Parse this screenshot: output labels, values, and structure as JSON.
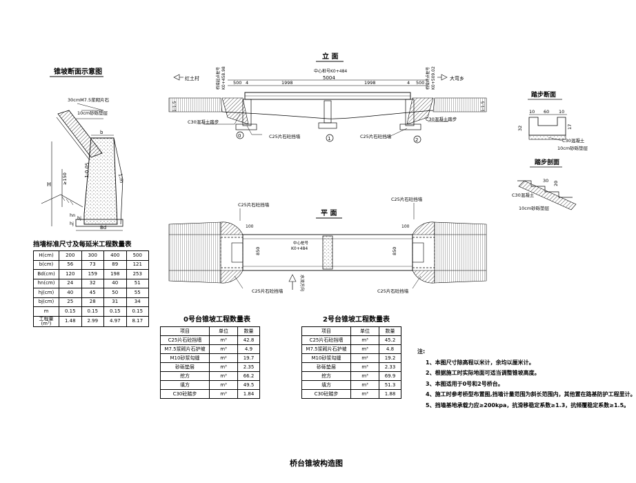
{
  "sheet_title": "桥台锥坡构造图",
  "views": {
    "elevation_title": "立 面",
    "plan_title": "平 面",
    "cone_section_title": "锥坡断面示意图",
    "step_section_title": "踏步断面",
    "step_long_title": "踏步剖面"
  },
  "elevation": {
    "left_arrow": "红土村",
    "right_arrow": "大弯乡",
    "left_station_label": "桥梁起点桩号",
    "left_station_value": "K0+458.98",
    "right_station_label": "桥梁终点桩号",
    "right_station_value": "K0+509.02",
    "center_label": "中心桩号K0+484",
    "total_span": "5004",
    "dims": [
      "500",
      "4",
      "1998",
      "1998",
      "4",
      "500"
    ],
    "slope_left": "1:1.5",
    "slope_right": "1:1.5",
    "piers": [
      "0",
      "1",
      "2"
    ],
    "callout_left_bottom": "C30混凝土踏步",
    "callout_right_bottom": "C30混凝土踏步",
    "callout_c25_left": "C25片石砼挡墙",
    "callout_c25_right": "C25片石砼挡墙"
  },
  "plan": {
    "top_left_callout": "C25片石砼挡墙",
    "top_right_callout": "C25片石砼挡墙",
    "bottom_left_callout": "C25片石砼挡墙",
    "bottom_right_callout": "C25片石砼挡墙",
    "center_label": "中心桩号",
    "center_value": "K0+484",
    "width_left": "850",
    "width_right": "850",
    "dim_left": "100",
    "dim_right": "100",
    "flow_label": "水流方向"
  },
  "cone_section": {
    "top_label": "30cmM7.5浆砌片石",
    "mid_label": "10cm砂砾垫层",
    "b_label": "b",
    "slope_label": "1:0.05",
    "slope_label2": "1:m",
    "h_label": "H",
    "ge150": "≥150",
    "hn_label": "hn",
    "hj_label": "hj",
    "bd_label": "Bd",
    "bj_label": "bj"
  },
  "step_section": {
    "dims": [
      "10",
      "60",
      "10"
    ],
    "left_h": "32",
    "right_h": "17",
    "material": "C30混凝土",
    "gravel": "10cm砂砾垫层"
  },
  "step_long": {
    "dims": [
      "30",
      "20"
    ],
    "material": "C30混凝土",
    "gravel": "10cm砂砾垫层"
  },
  "std_table": {
    "title": "挡墙标准尺寸及每延米工程数量表",
    "rows": [
      {
        "label": "H(cm)",
        "values": [
          "200",
          "300",
          "400",
          "500"
        ]
      },
      {
        "label": "b(cm)",
        "values": [
          "56",
          "73",
          "89",
          "121"
        ]
      },
      {
        "label": "Bd(cm)",
        "values": [
          "120",
          "159",
          "198",
          "253"
        ]
      },
      {
        "label": "hn(cm)",
        "values": [
          "24",
          "32",
          "40",
          "51"
        ]
      },
      {
        "label": "hj(cm)",
        "values": [
          "40",
          "45",
          "50",
          "55"
        ]
      },
      {
        "label": "bj(cm)",
        "values": [
          "25",
          "28",
          "31",
          "34"
        ]
      },
      {
        "label": "m",
        "values": [
          "0.15",
          "0.15",
          "0.15",
          "0.15"
        ]
      },
      {
        "label": "工程量(m³)",
        "values": [
          "1.48",
          "2.99",
          "4.97",
          "8.17"
        ]
      }
    ]
  },
  "table0": {
    "title": "0号台锥坡工程数量表",
    "headers": [
      "项目",
      "单位",
      "数量"
    ],
    "rows": [
      [
        "C25片石砼挡墙",
        "m³",
        "42.8"
      ],
      [
        "M7.5浆砌片石护坡",
        "m³",
        "4.9"
      ],
      [
        "M10砂浆勾缝",
        "m²",
        "19.7"
      ],
      [
        "砂砾垫层",
        "m³",
        "2.35"
      ],
      [
        "挖方",
        "m³",
        "66.2"
      ],
      [
        "填方",
        "m³",
        "49.5"
      ],
      [
        "C30砼踏步",
        "m³",
        "1.84"
      ]
    ]
  },
  "table2": {
    "title": "2号台锥坡工程数量表",
    "headers": [
      "项目",
      "单位",
      "数量"
    ],
    "rows": [
      [
        "C25片石砼挡墙",
        "m³",
        "45.2"
      ],
      [
        "M7.5浆砌片石护坡",
        "m³",
        "4.8"
      ],
      [
        "M10砂浆勾缝",
        "m²",
        "19.2"
      ],
      [
        "砂砾垫层",
        "m³",
        "2.33"
      ],
      [
        "挖方",
        "m³",
        "69.9"
      ],
      [
        "填方",
        "m³",
        "51.3"
      ],
      [
        "C30砼踏步",
        "m³",
        "1.88"
      ]
    ]
  },
  "notes": {
    "title": "注:",
    "items": [
      "1、本图尺寸除高程以米计，余均以厘米计。",
      "2、根据施工时实际地面可适当调整锥坡高度。",
      "3、本图适用于0号和2号桥台。",
      "4、施工时参考桥型布置图,挡墙计量范围为斜长范围内，其他置在路基防护工程里计。",
      "5、挡墙基地承载力应≥200kpa，抗滑移稳定系数≥1.3，抗倾覆稳定系数≥1.5。"
    ]
  }
}
